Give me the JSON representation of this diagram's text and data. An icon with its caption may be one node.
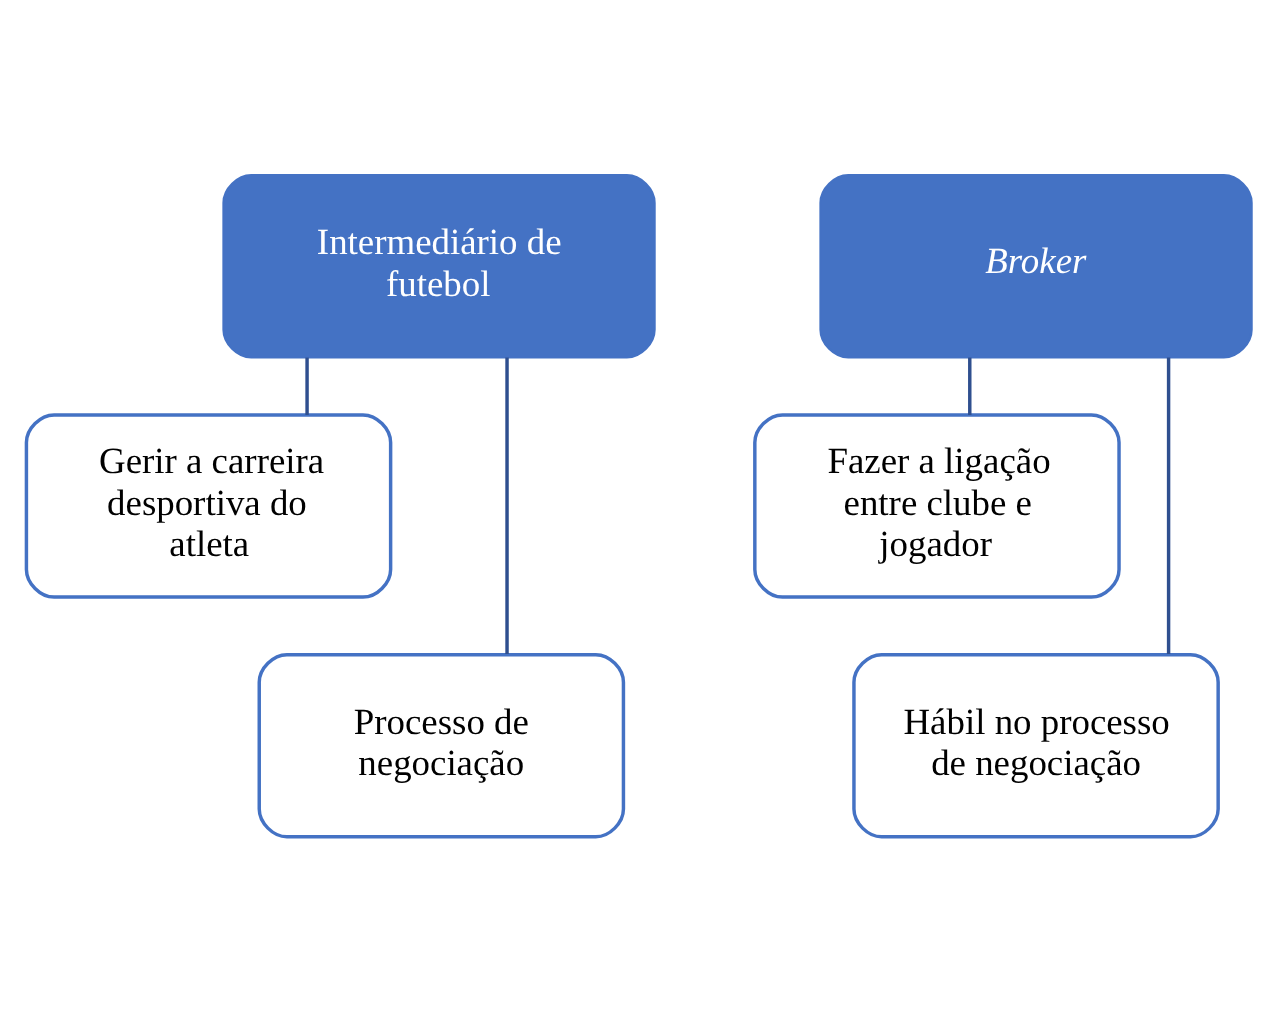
{
  "diagram": {
    "nodes": [
      {
        "text": [
          "Intermediário de futebol"
        ]
      },
      {
        "text": [
          "Gerir a carreira desportiva do atleta"
        ]
      },
      {
        "text": [
          "Processo de negociação"
        ]
      },
      {
        "text": [
          "Broker"
        ]
      },
      {
        "text": [
          "Fazer a ligação entre clube e jogador"
        ]
      },
      {
        "text": [
          "Hábil no processo de negociação"
        ]
      }
    ],
    "edges": [
      {
        "from": 0,
        "to": 1,
        "arrow": "none"
      },
      {
        "from": 0,
        "to": 2,
        "arrow": "none"
      },
      {
        "from": 3,
        "to": 4,
        "arrow": "none"
      },
      {
        "from": 3,
        "to": 5,
        "arrow": "none"
      }
    ]
  }
}
